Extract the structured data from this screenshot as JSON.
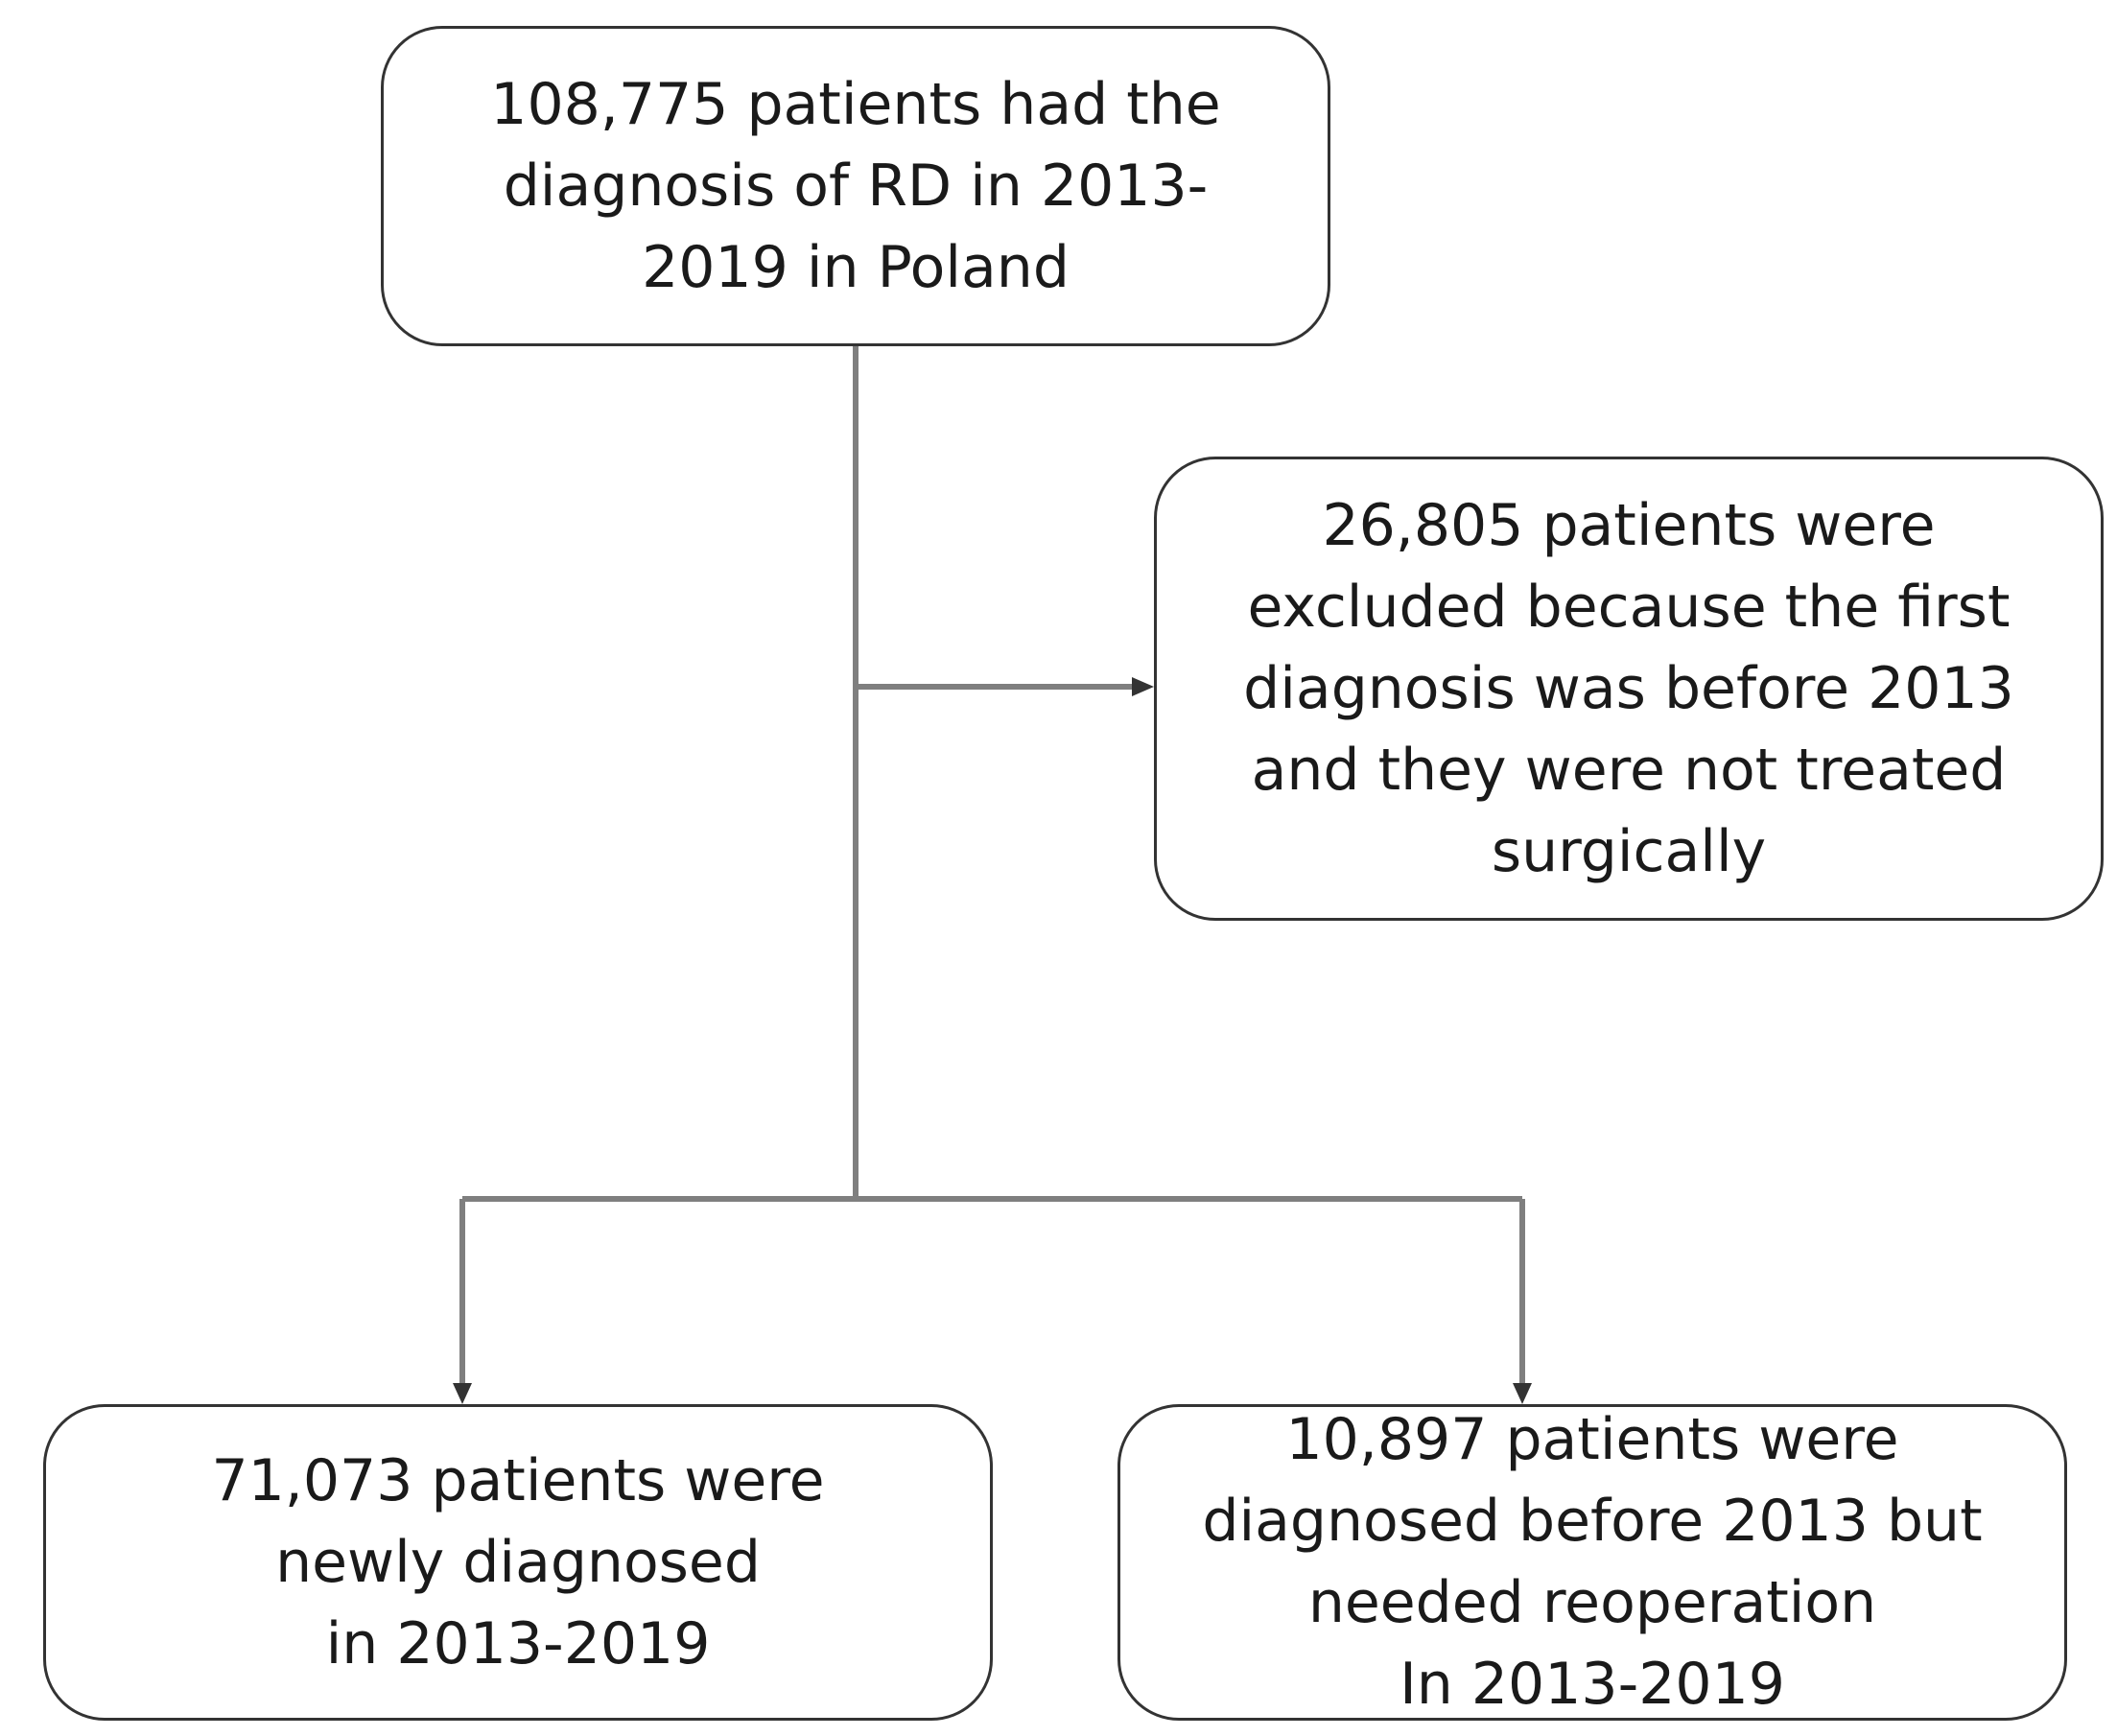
{
  "diagram": {
    "top_box": {
      "lines": [
        "108,775 patients had the",
        "diagnosis of RD in 2013-",
        "2019 in Poland"
      ]
    },
    "excluded_box": {
      "lines": [
        "26,805 patients were",
        "excluded because the first",
        "diagnosis was before 2013",
        "and they were not treated",
        "surgically"
      ]
    },
    "left_box": {
      "lines": [
        "71,073 patients were",
        "newly diagnosed",
        "in 2013-2019"
      ]
    },
    "right_box": {
      "lines": [
        "10,897 patients were",
        "diagnosed before 2013 but",
        "needed reoperation",
        "In 2013-2019"
      ]
    },
    "colors": {
      "line": "#7f7f7f",
      "arrowhead": "#333333",
      "border": "#333333"
    }
  }
}
